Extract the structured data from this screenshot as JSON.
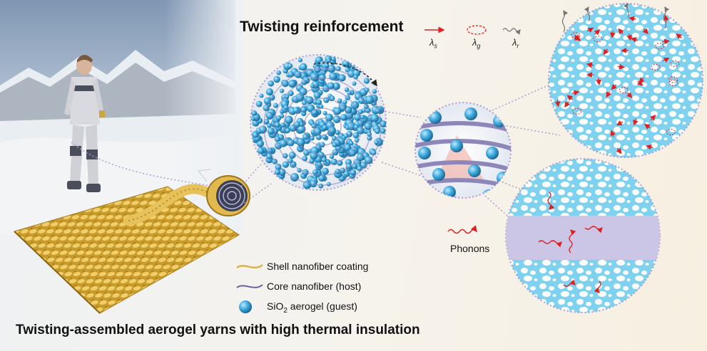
{
  "title": "Twisting reinforcement",
  "top_legend": {
    "items": [
      {
        "symbol": "λ",
        "sub": "s",
        "style": "solid-red-arrow"
      },
      {
        "symbol": "λ",
        "sub": "g",
        "style": "dashed-red-circle"
      },
      {
        "symbol": "λ",
        "sub": "r",
        "style": "gray-wavy-arrow"
      }
    ]
  },
  "bottom_legend": {
    "shell": "Shell nanofiber coating",
    "core": "Core nanofiber (host)",
    "aerogel_prefix": "SiO",
    "aerogel_sub": "2",
    "aerogel_suffix": " aerogel (guest)"
  },
  "phonons_label": "Phonons",
  "bottom_title": "Twisting-assembled aerogel yarns with high thermal insulation",
  "colors": {
    "shell": "#d9b24a",
    "core": "#6d5aa0",
    "aerogel": "#3da9de",
    "arrow_red": "#e02020",
    "pore_bg": "#7fd1f0",
    "band": "#cbc5e6"
  }
}
